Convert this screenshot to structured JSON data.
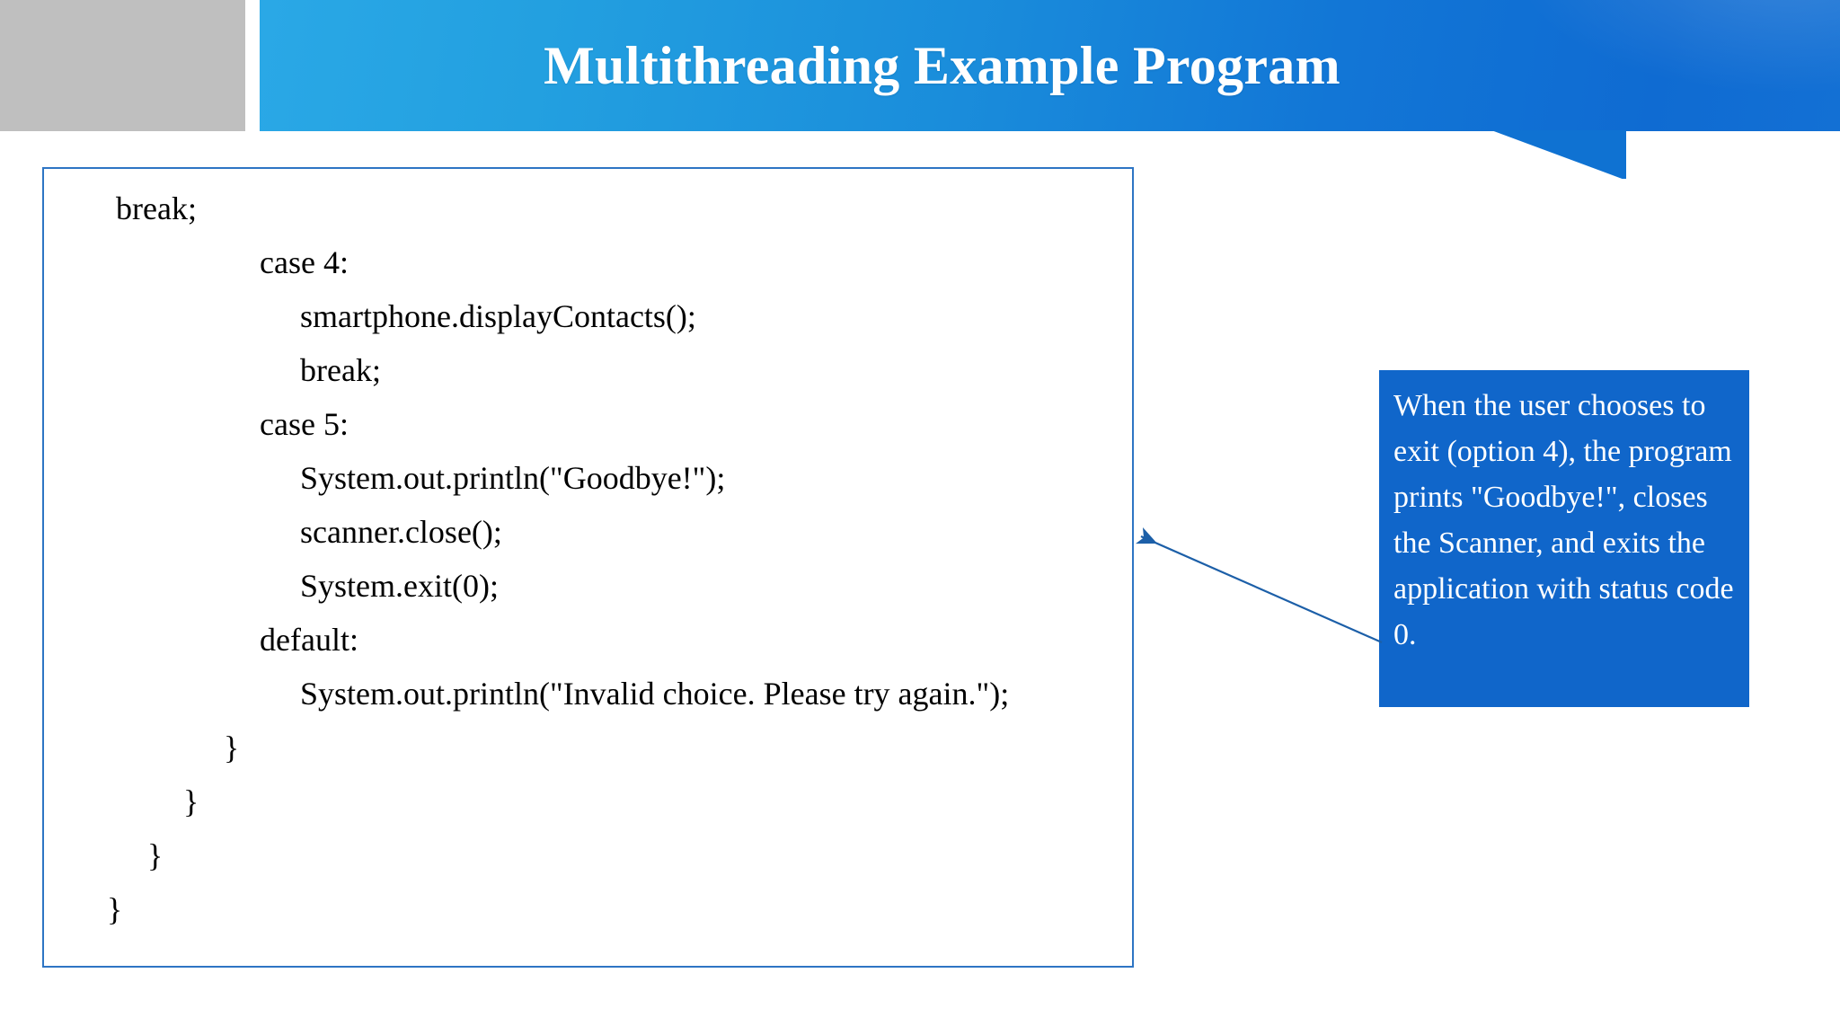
{
  "slide": {
    "title": "Multithreading Example Program",
    "accent_blue": "#1276d6",
    "banner_light_blue": "#2aa8e6",
    "banner_gray": "#bfbfbf",
    "callout_blue": "#1066ca",
    "code_border_blue": "#2e75c4",
    "arrow_color": "#1c5fa8"
  },
  "code": {
    "lines": [
      {
        "text": "break;",
        "indent": "ind-0"
      },
      {
        "text": "case 4:",
        "indent": "ind-1"
      },
      {
        "text": "smartphone.displayContacts();",
        "indent": "ind-2"
      },
      {
        "text": "break;",
        "indent": "ind-2"
      },
      {
        "text": "case 5:",
        "indent": "ind-1"
      },
      {
        "text": "System.out.println(\"Goodbye!\");",
        "indent": "ind-2"
      },
      {
        "text": "scanner.close();",
        "indent": "ind-2"
      },
      {
        "text": "System.exit(0);",
        "indent": "ind-2"
      },
      {
        "text": "default:",
        "indent": "ind-1"
      },
      {
        "text": "System.out.println(\"Invalid choice. Please try again.\");",
        "indent": "ind-2"
      },
      {
        "text": "}",
        "indent": "ind-b1"
      },
      {
        "text": "}",
        "indent": "ind-b2"
      },
      {
        "text": "}",
        "indent": "ind-b3"
      },
      {
        "text": "}",
        "indent": "ind-b4"
      }
    ]
  },
  "callout": {
    "text": "When the user chooses to exit (option 4), the program prints \"Goodbye!\", closes the Scanner, and exits the application with status code 0."
  }
}
